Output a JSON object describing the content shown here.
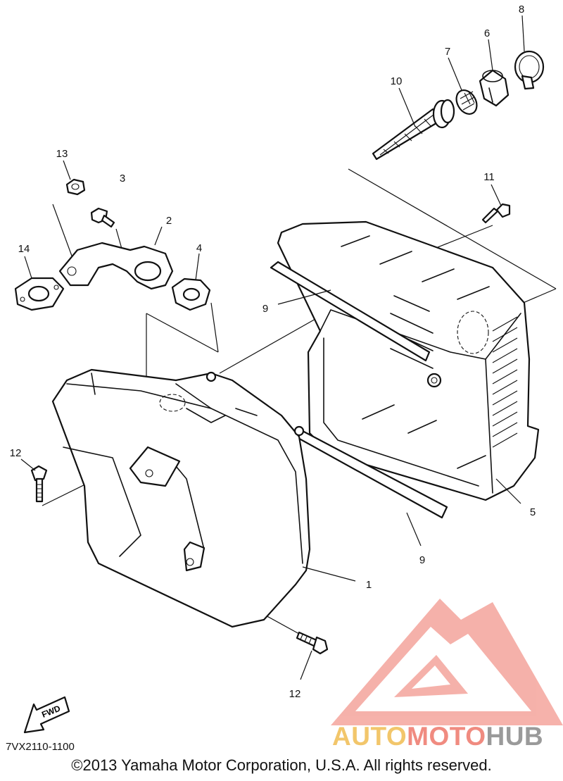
{
  "diagram": {
    "doc_code": "7VX2110-1100",
    "copyright": "©2013 Yamaha Motor Corporation, U.S.A. All rights reserved.",
    "fwd_label": "FWD",
    "callouts": {
      "c1": "1",
      "c2": "2",
      "c3": "3",
      "c4": "4",
      "c5": "5",
      "c6": "6",
      "c7": "7",
      "c8": "8",
      "c9a": "9",
      "c9b": "9",
      "c10": "10",
      "c11": "11",
      "c12a": "12",
      "c12b": "12",
      "c13": "13",
      "c14": "14"
    }
  },
  "watermark": {
    "part1": "AUTO",
    "part2": "MOTO",
    "part3": "HUB",
    "colors": [
      "#f2c66b",
      "#f08b80",
      "#9a9a9a"
    ]
  }
}
